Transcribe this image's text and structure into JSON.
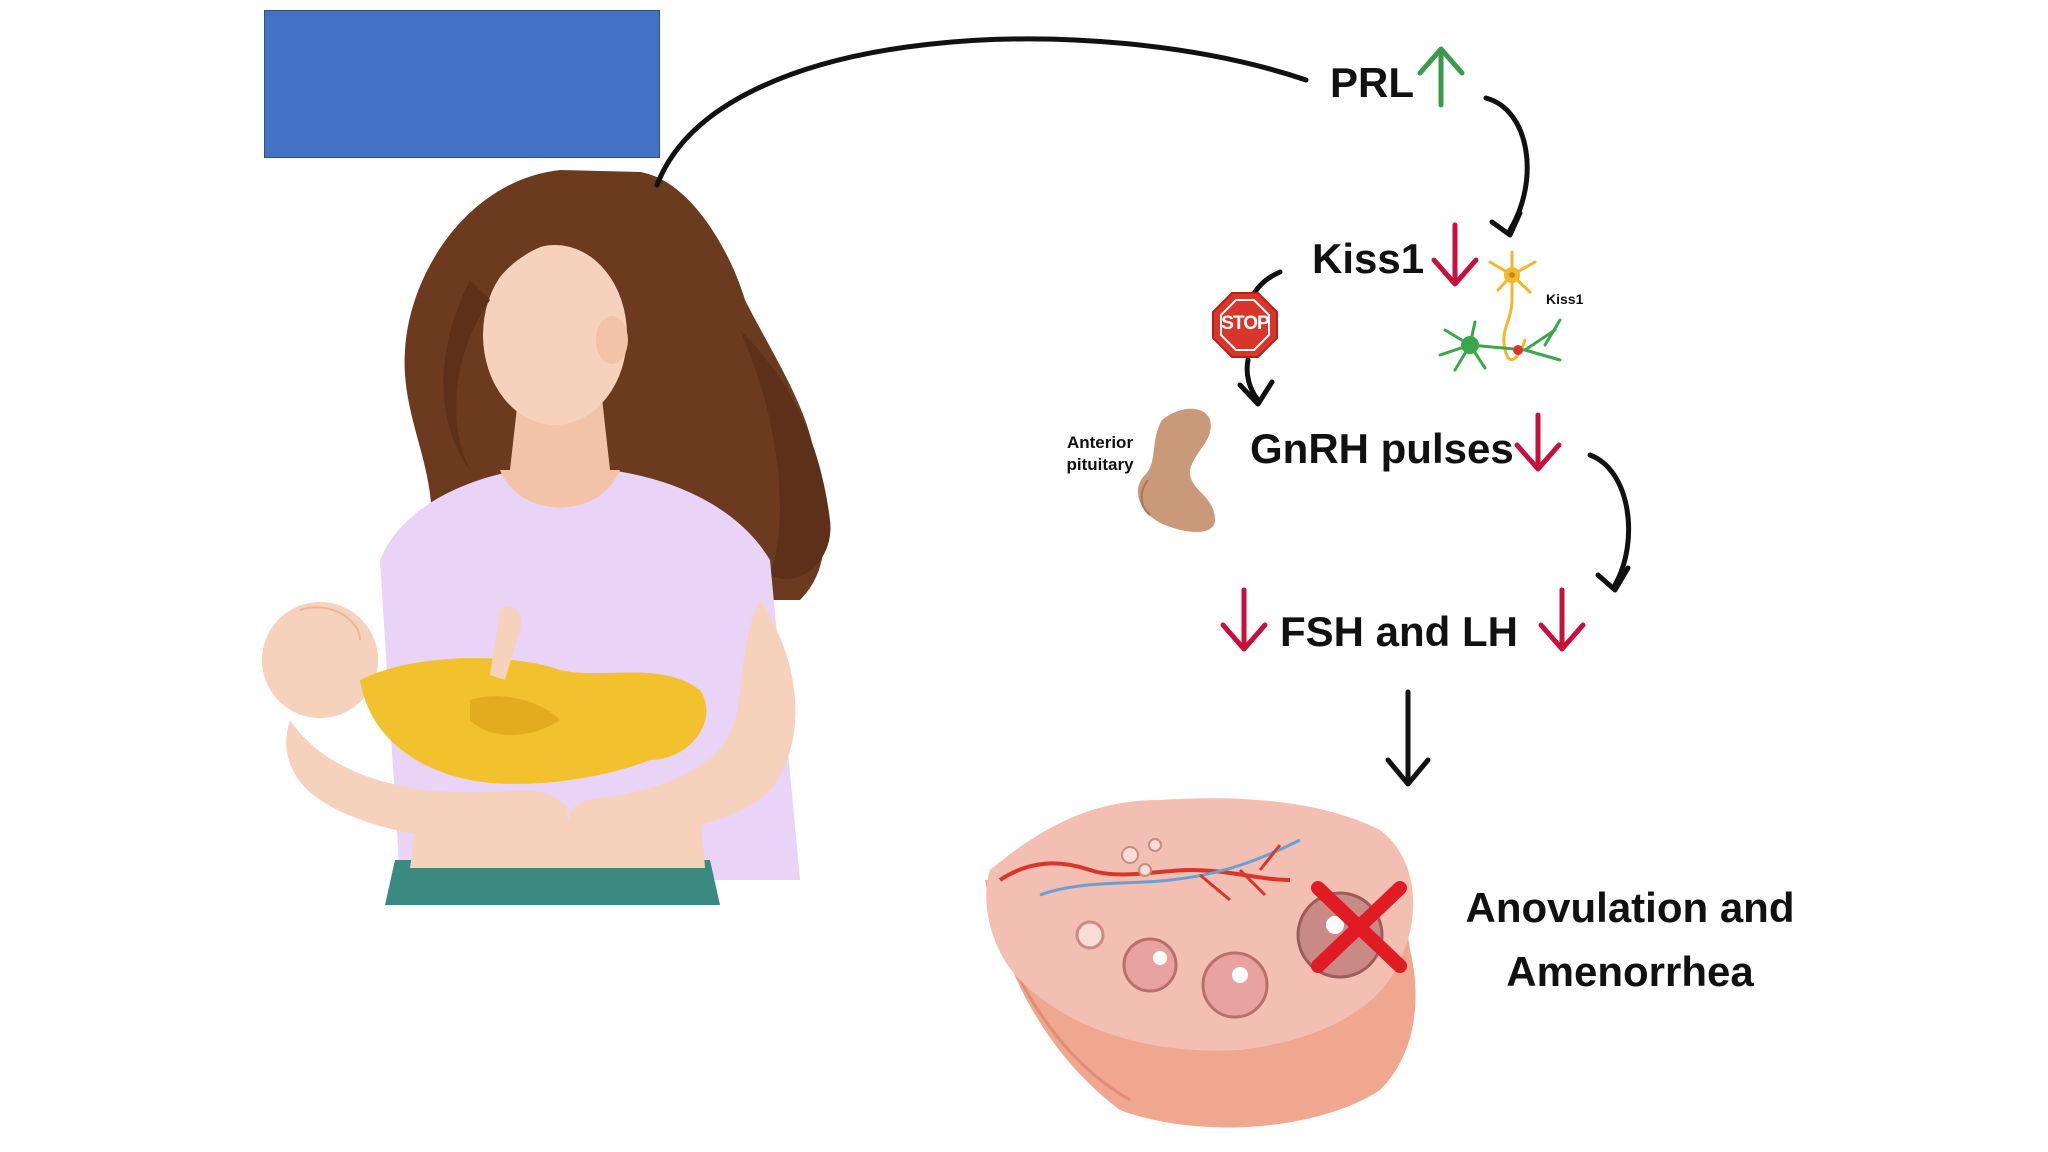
{
  "labels": {
    "prl": "PRL",
    "kiss1": "Kiss1",
    "neuron_kiss1": "Kiss1",
    "stop_sign": "STOP",
    "anterior_pituitary": "Anterior pituitary",
    "gnrh": "GnRH pulses",
    "fsh_lh": "FSH and LH",
    "outcome_line1": "Anovulation and",
    "outcome_line2": "Amenorrhea"
  },
  "colors": {
    "up_arrow": "#3a9a4a",
    "down_arrow": "#c8103c",
    "connector": "#111111",
    "blue_box": "#4472c4",
    "hair": "#6b3a1f",
    "skin": "#f6d2bd",
    "shirt": "#e9d3f7",
    "blanket": "#f2c12e",
    "pants": "#3a8a82",
    "stop": "#d9362b",
    "pituitary": "#c9997a",
    "ovary": "#f3bfb3",
    "cross": "#e01b24"
  },
  "icons": [
    "breastfeeding-mother-illustration",
    "kiss1-neuron-icon",
    "stop-sign-icon",
    "anterior-pituitary-icon",
    "ovary-illustration",
    "red-cross-icon"
  ]
}
